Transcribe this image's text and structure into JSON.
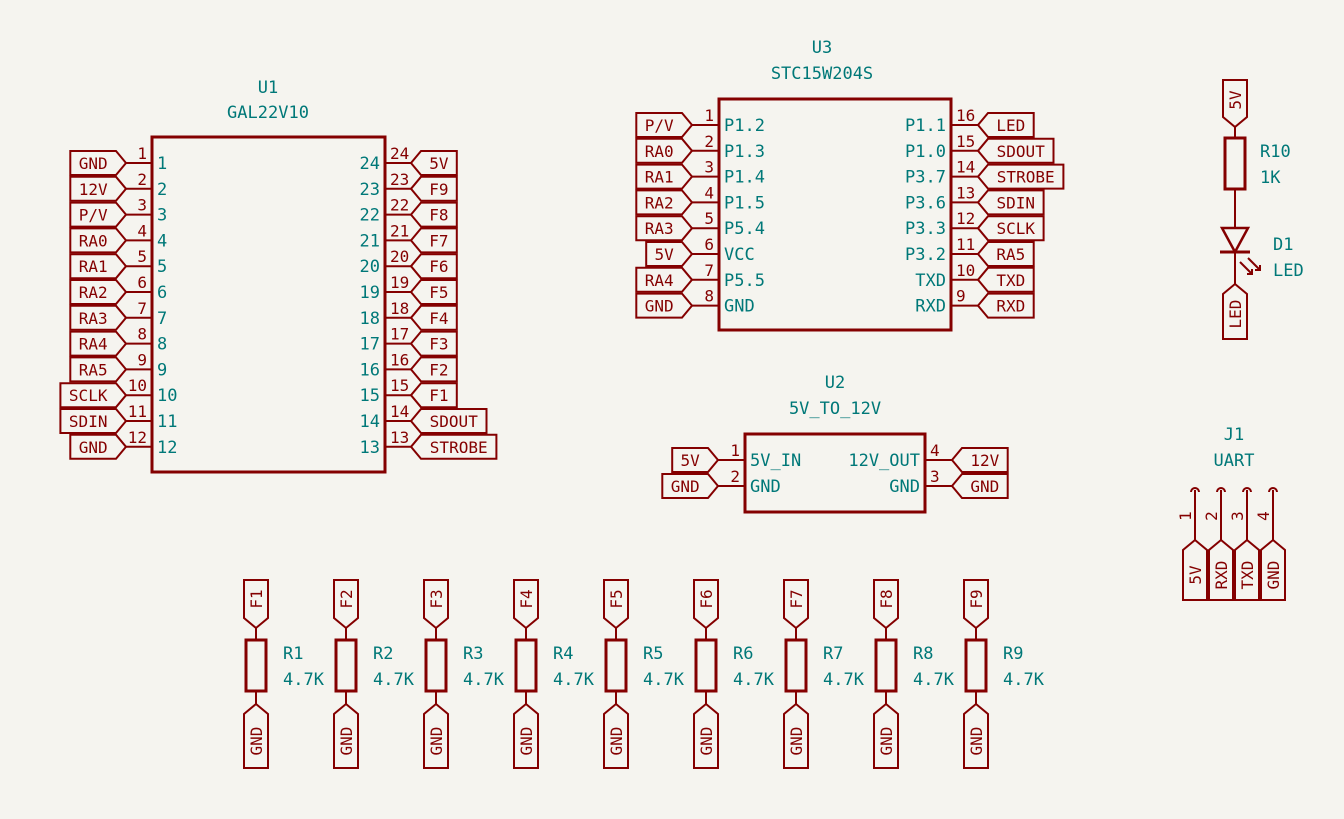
{
  "colors": {
    "background": "#f5f4ef",
    "symbol": "#840000",
    "text": "#007878"
  },
  "u1": {
    "ref": "U1",
    "value": "GAL22V10",
    "left_pins": [
      {
        "num": "1",
        "name": "1",
        "net": "GND"
      },
      {
        "num": "2",
        "name": "2",
        "net": "12V"
      },
      {
        "num": "3",
        "name": "3",
        "net": "P/V"
      },
      {
        "num": "4",
        "name": "4",
        "net": "RA0"
      },
      {
        "num": "5",
        "name": "5",
        "net": "RA1"
      },
      {
        "num": "6",
        "name": "6",
        "net": "RA2"
      },
      {
        "num": "7",
        "name": "7",
        "net": "RA3"
      },
      {
        "num": "8",
        "name": "8",
        "net": "RA4"
      },
      {
        "num": "9",
        "name": "9",
        "net": "RA5"
      },
      {
        "num": "10",
        "name": "10",
        "net": "SCLK"
      },
      {
        "num": "11",
        "name": "11",
        "net": "SDIN"
      },
      {
        "num": "12",
        "name": "12",
        "net": "GND"
      }
    ],
    "right_pins": [
      {
        "num": "24",
        "name": "24",
        "net": "5V"
      },
      {
        "num": "23",
        "name": "23",
        "net": "F9"
      },
      {
        "num": "22",
        "name": "22",
        "net": "F8"
      },
      {
        "num": "21",
        "name": "21",
        "net": "F7"
      },
      {
        "num": "20",
        "name": "20",
        "net": "F6"
      },
      {
        "num": "19",
        "name": "19",
        "net": "F5"
      },
      {
        "num": "18",
        "name": "18",
        "net": "F4"
      },
      {
        "num": "17",
        "name": "17",
        "net": "F3"
      },
      {
        "num": "16",
        "name": "16",
        "net": "F2"
      },
      {
        "num": "15",
        "name": "15",
        "net": "F1"
      },
      {
        "num": "14",
        "name": "14",
        "net": "SDOUT"
      },
      {
        "num": "13",
        "name": "13",
        "net": "STROBE"
      }
    ]
  },
  "u3": {
    "ref": "U3",
    "value": "STC15W204S",
    "left_pins": [
      {
        "num": "1",
        "name": "P1.2",
        "net": "P/V"
      },
      {
        "num": "2",
        "name": "P1.3",
        "net": "RA0"
      },
      {
        "num": "3",
        "name": "P1.4",
        "net": "RA1"
      },
      {
        "num": "4",
        "name": "P1.5",
        "net": "RA2"
      },
      {
        "num": "5",
        "name": "P5.4",
        "net": "RA3"
      },
      {
        "num": "6",
        "name": "VCC",
        "net": "5V"
      },
      {
        "num": "7",
        "name": "P5.5",
        "net": "RA4"
      },
      {
        "num": "8",
        "name": "GND",
        "net": "GND"
      }
    ],
    "right_pins": [
      {
        "num": "16",
        "name": "P1.1",
        "net": "LED"
      },
      {
        "num": "15",
        "name": "P1.0",
        "net": "SDOUT"
      },
      {
        "num": "14",
        "name": "P3.7",
        "net": "STROBE"
      },
      {
        "num": "13",
        "name": "P3.6",
        "net": "SDIN"
      },
      {
        "num": "12",
        "name": "P3.3",
        "net": "SCLK"
      },
      {
        "num": "11",
        "name": "P3.2",
        "net": "RA5"
      },
      {
        "num": "10",
        "name": "TXD",
        "net": "TXD"
      },
      {
        "num": "9",
        "name": "RXD",
        "net": "RXD"
      }
    ]
  },
  "u2": {
    "ref": "U2",
    "value": "5V_TO_12V",
    "left_pins": [
      {
        "num": "1",
        "name": "5V_IN",
        "net": "5V"
      },
      {
        "num": "2",
        "name": "GND",
        "net": "GND"
      }
    ],
    "right_pins": [
      {
        "num": "4",
        "name": "12V_OUT",
        "net": "12V"
      },
      {
        "num": "3",
        "name": "GND",
        "net": "GND"
      }
    ]
  },
  "r10": {
    "ref": "R10",
    "value": "1K",
    "top_net": "5V"
  },
  "d1": {
    "ref": "D1",
    "value": "LED",
    "bottom_net": "LED"
  },
  "j1": {
    "ref": "J1",
    "value": "UART",
    "pins": [
      {
        "num": "1",
        "net": "5V"
      },
      {
        "num": "2",
        "net": "RXD"
      },
      {
        "num": "3",
        "net": "TXD"
      },
      {
        "num": "4",
        "net": "GND"
      }
    ]
  },
  "pulldowns": [
    {
      "ref": "R1",
      "value": "4.7K",
      "top_net": "F1",
      "bottom_net": "GND"
    },
    {
      "ref": "R2",
      "value": "4.7K",
      "top_net": "F2",
      "bottom_net": "GND"
    },
    {
      "ref": "R3",
      "value": "4.7K",
      "top_net": "F3",
      "bottom_net": "GND"
    },
    {
      "ref": "R4",
      "value": "4.7K",
      "top_net": "F4",
      "bottom_net": "GND"
    },
    {
      "ref": "R5",
      "value": "4.7K",
      "top_net": "F5",
      "bottom_net": "GND"
    },
    {
      "ref": "R6",
      "value": "4.7K",
      "top_net": "F6",
      "bottom_net": "GND"
    },
    {
      "ref": "R7",
      "value": "4.7K",
      "top_net": "F7",
      "bottom_net": "GND"
    },
    {
      "ref": "R8",
      "value": "4.7K",
      "top_net": "F8",
      "bottom_net": "GND"
    },
    {
      "ref": "R9",
      "value": "4.7K",
      "top_net": "F9",
      "bottom_net": "GND"
    }
  ]
}
